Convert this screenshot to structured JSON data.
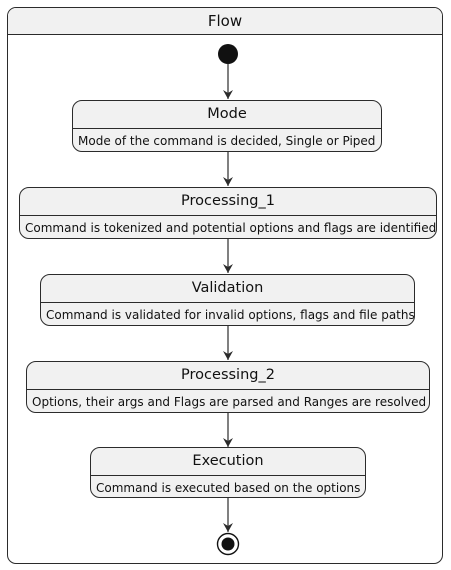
{
  "diagram": {
    "title": "Flow",
    "states": [
      {
        "name": "Mode",
        "description": "Mode of the command is decided, Single or Piped"
      },
      {
        "name": "Processing_1",
        "description": "Command is tokenized and potential options and flags are identified"
      },
      {
        "name": "Validation",
        "description": "Command is validated for invalid options, flags and file paths"
      },
      {
        "name": "Processing_2",
        "description": "Options, their args and Flags are parsed and Ranges are resolved"
      },
      {
        "name": "Execution",
        "description": "Command is executed based on the options"
      }
    ]
  }
}
